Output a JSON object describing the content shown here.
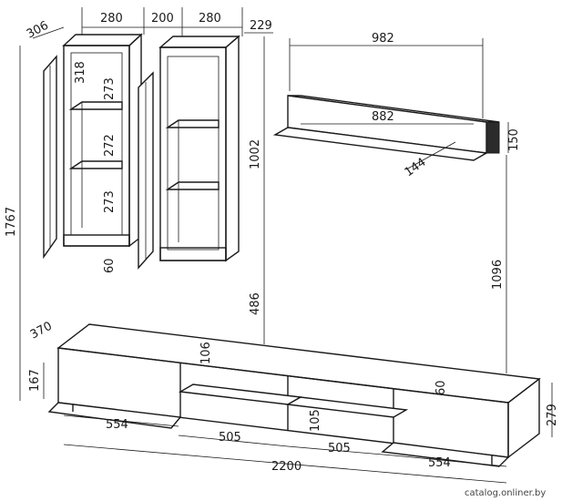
{
  "dimensions": {
    "w306": "306",
    "w280a": "280",
    "w200": "200",
    "w280b": "280",
    "w229": "229",
    "h318": "318",
    "h273a": "273",
    "h272": "272",
    "h273b": "273",
    "h60a": "60",
    "h1767": "1767",
    "h1002": "1002",
    "h486": "486",
    "w982": "982",
    "w882": "882",
    "d144": "144",
    "h150": "150",
    "h1096": "1096",
    "d370": "370",
    "h106": "106",
    "h167": "167",
    "h60b": "60",
    "h105": "105",
    "h279": "279",
    "w554a": "554",
    "w505a": "505",
    "w505b": "505",
    "w554b": "554",
    "w2200": "2200"
  },
  "watermark": "catalog.onliner.by"
}
